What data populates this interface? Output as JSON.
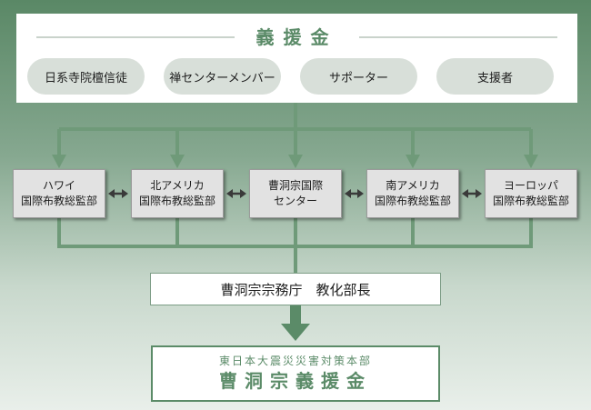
{
  "donors": {
    "title": "義援金",
    "groups": [
      "日系寺院檀信徒",
      "禅センターメンバー",
      "サポーター",
      "支援者"
    ]
  },
  "offices": [
    {
      "line1": "ハワイ",
      "line2": "国際布教総監部"
    },
    {
      "line1": "北アメリカ",
      "line2": "国際布教総監部"
    },
    {
      "line1": "曹洞宗国際",
      "line2": "センター"
    },
    {
      "line1": "南アメリカ",
      "line2": "国際布教総監部"
    },
    {
      "line1": "ヨーロッパ",
      "line2": "国際布教総監部"
    }
  ],
  "director": "曹洞宗宗務庁　教化部長",
  "fund": {
    "subtitle": "東日本大震災災害対策本部",
    "title": "曹洞宗義援金"
  },
  "colors": {
    "accent": "#5b8b68",
    "connector": "#6f9a79",
    "double_arrow": "#3a3a3a"
  }
}
